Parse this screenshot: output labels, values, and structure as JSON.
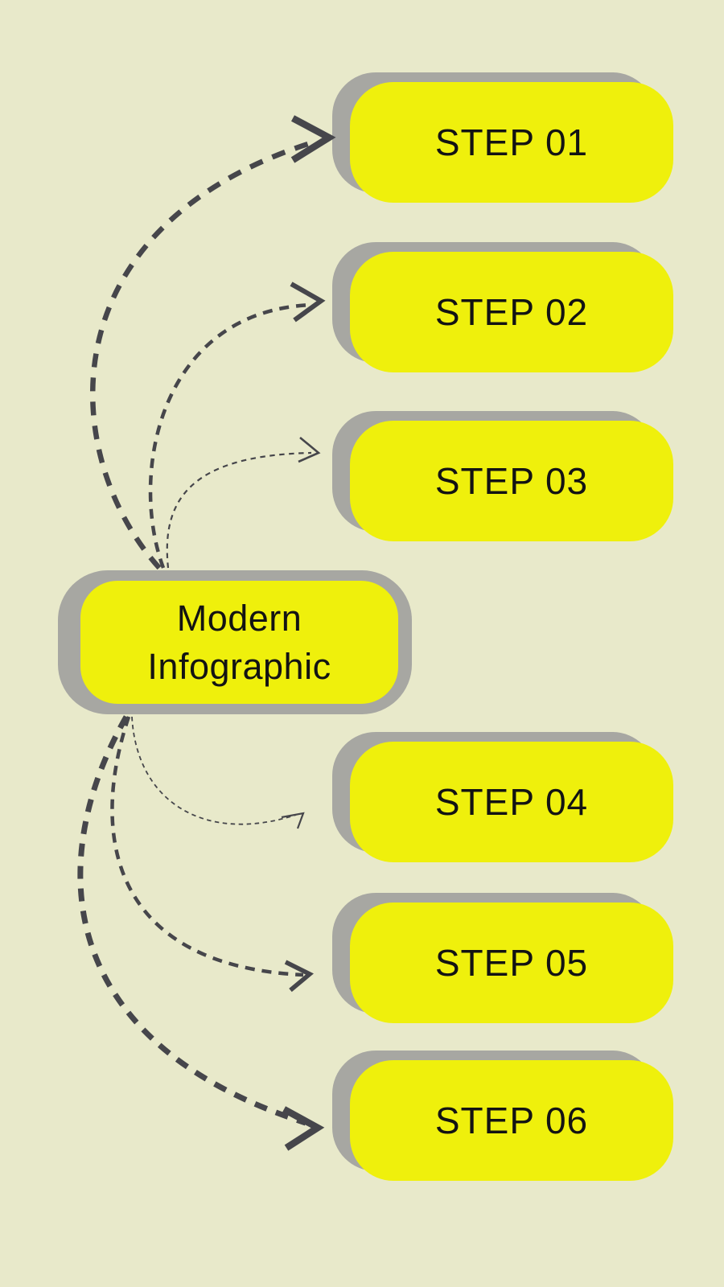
{
  "colors": {
    "background": "#e8e9ca",
    "box_fill": "#eff00c",
    "box_shadow": "#a7a7a2",
    "arrow": "#46464b",
    "text": "#131313"
  },
  "center_node": {
    "lines": [
      "Modern",
      "Infographic"
    ]
  },
  "steps": [
    {
      "id": "step-01",
      "label": "STEP 01"
    },
    {
      "id": "step-02",
      "label": "STEP 02"
    },
    {
      "id": "step-03",
      "label": "STEP 03"
    },
    {
      "id": "step-04",
      "label": "STEP 04"
    },
    {
      "id": "step-05",
      "label": "STEP 05"
    },
    {
      "id": "step-06",
      "label": "STEP 06"
    }
  ],
  "connections": [
    {
      "from": "center",
      "to": "step-01",
      "line": "dashed",
      "weight": "thick",
      "head": "open-chevron"
    },
    {
      "from": "center",
      "to": "step-02",
      "line": "dashed",
      "weight": "medium",
      "head": "open-chevron"
    },
    {
      "from": "center",
      "to": "step-03",
      "line": "dashed",
      "weight": "thin",
      "head": "open-chevron"
    },
    {
      "from": "center",
      "to": "step-04",
      "line": "dashed",
      "weight": "extra-thin",
      "head": "open-chevron"
    },
    {
      "from": "center",
      "to": "step-05",
      "line": "dashed",
      "weight": "medium",
      "head": "open-chevron"
    },
    {
      "from": "center",
      "to": "step-06",
      "line": "dashed",
      "weight": "thick",
      "head": "open-chevron"
    }
  ]
}
